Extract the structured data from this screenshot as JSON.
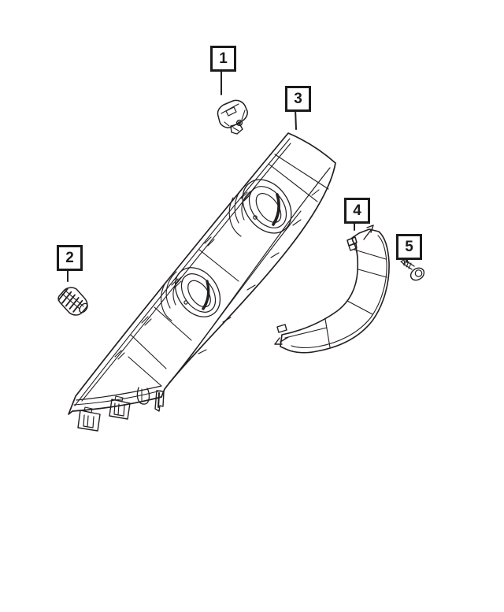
{
  "diagram": {
    "background_color": "#ffffff",
    "line_color": "#231f20",
    "callouts": [
      {
        "label": "1"
      },
      {
        "label": "2"
      },
      {
        "label": "3"
      },
      {
        "label": "4"
      },
      {
        "label": "5"
      }
    ]
  }
}
